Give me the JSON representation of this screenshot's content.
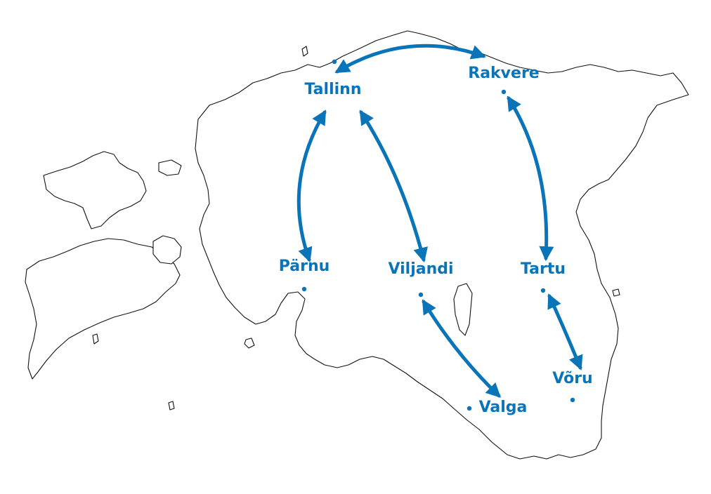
{
  "colors": {
    "accent": "#0a74b8",
    "outline": "#111111",
    "background": "#ffffff"
  },
  "cities": [
    {
      "id": "tallinn",
      "name": "Tallinn"
    },
    {
      "id": "rakvere",
      "name": "Rakvere"
    },
    {
      "id": "parnu",
      "name": "Pärnu"
    },
    {
      "id": "viljandi",
      "name": "Viljandi"
    },
    {
      "id": "tartu",
      "name": "Tartu"
    },
    {
      "id": "voru",
      "name": "Võru"
    },
    {
      "id": "valga",
      "name": "Valga"
    }
  ],
  "routes": [
    {
      "from": "Tallinn",
      "to": "Rakvere",
      "direction": "both"
    },
    {
      "from": "Tallinn",
      "to": "Pärnu",
      "direction": "both"
    },
    {
      "from": "Tallinn",
      "to": "Viljandi",
      "direction": "both"
    },
    {
      "from": "Rakvere",
      "to": "Tartu",
      "direction": "both"
    },
    {
      "from": "Viljandi",
      "to": "Valga",
      "direction": "both"
    },
    {
      "from": "Tartu",
      "to": "Võru",
      "direction": "both"
    }
  ]
}
